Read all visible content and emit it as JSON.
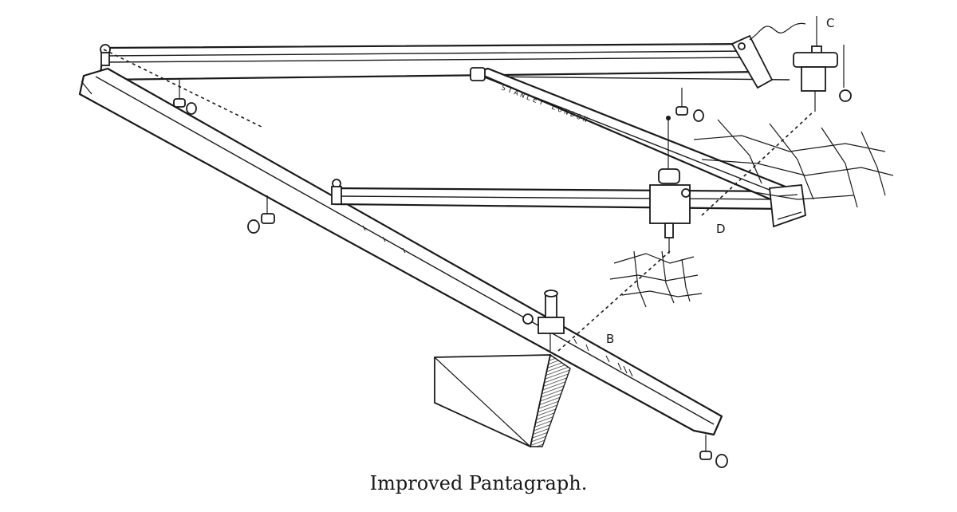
{
  "figure": {
    "caption": "Improved Pantagraph.",
    "engraving": "STANLEY LONDON",
    "labels": {
      "c": "C",
      "d": "D",
      "b": "B"
    }
  }
}
